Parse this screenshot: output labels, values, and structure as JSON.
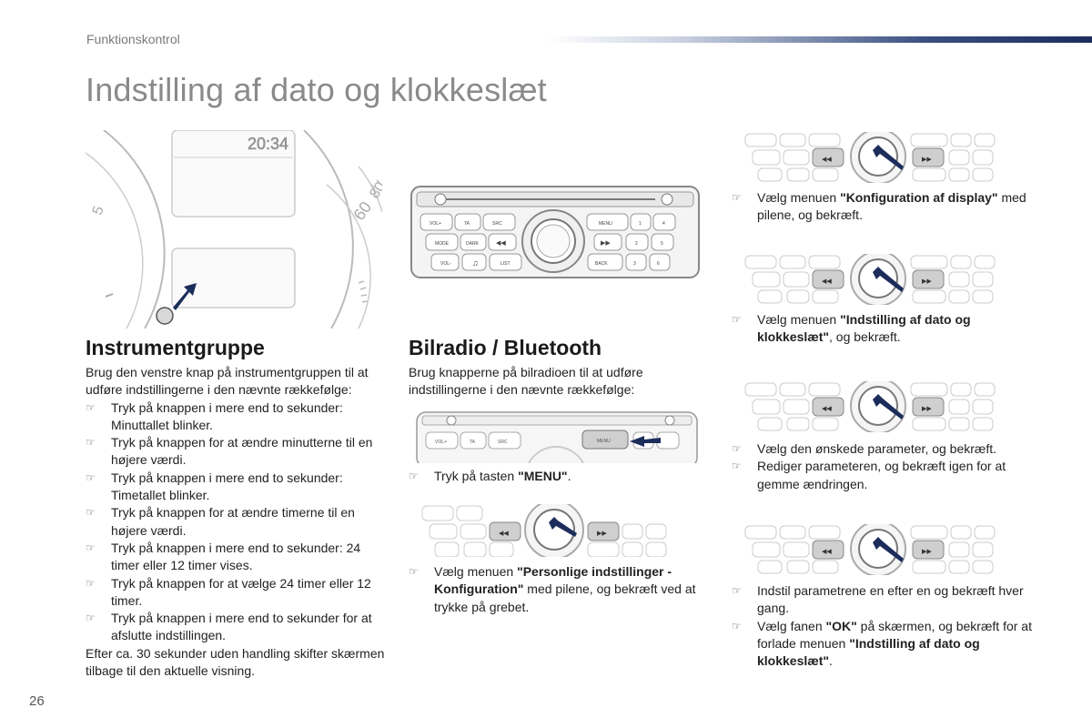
{
  "header": {
    "section": "Funktionskontrol",
    "title": "Indstilling af dato og klokkeslæt"
  },
  "instrument": {
    "clock": "20:34",
    "dial_numbers": [
      "5",
      "60",
      "80"
    ],
    "heading": "Instrumentgruppe",
    "intro": "Brug den venstre knap på instrumentgruppen til at udføre indstillingerne i den nævnte rækkefølge:",
    "steps": [
      "Tryk på knappen i mere end to sekunder: Minuttallet blinker.",
      "Tryk på knappen for at ændre minutterne til en højere værdi.",
      "Tryk på knappen i mere end to sekunder: Timetallet blinker.",
      "Tryk på knappen for at ændre timerne til en højere værdi.",
      "Tryk på knappen i mere end to sekunder: 24 timer eller 12 timer vises.",
      "Tryk på knappen for at vælge 24 timer eller 12 timer.",
      "Tryk på knappen i mere end to sekunder for at afslutte indstillingen."
    ],
    "outro": "Efter ca. 30 sekunder uden handling skifter skærmen tilbage til den aktuelle visning."
  },
  "radio": {
    "heading": "Bilradio / Bluetooth",
    "intro": "Brug knapperne på bilradioen til at udføre indstillingerne i den nævnte rækkefølge:",
    "buttons": {
      "vol_plus": "VOL+",
      "ta": "TA",
      "src": "SRC",
      "menu": "MENU",
      "mode": "MODE",
      "dark": "DARK",
      "vol_minus": "VOL-",
      "list": "LIST",
      "back": "BACK",
      "n1": "1",
      "n2": "2",
      "n3": "3",
      "n4": "4",
      "n5": "5",
      "n6": "6"
    },
    "step_menu": {
      "bullet": "☞",
      "prefix": "Tryk på tasten ",
      "bold": "\"MENU\"",
      "suffix": "."
    },
    "step_personal": {
      "bullet": "☞",
      "prefix": "Vælg menuen ",
      "bold": "\"Personlige indstillinger - Konfiguration\"",
      "suffix": " med pilene, og bekræft ved at trykke på grebet."
    }
  },
  "right": {
    "step_display": {
      "bullet": "☞",
      "prefix": "Vælg menuen ",
      "bold": "\"Konfiguration af display\"",
      "suffix": " med pilene, og bekræft."
    },
    "step_datetime": {
      "bullet": "☞",
      "prefix": "Vælg menuen ",
      "bold": "\"Indstilling af dato og klokkeslæt\"",
      "suffix": ", og bekræft."
    },
    "steps_param": [
      "Vælg den ønskede parameter, og bekræft.",
      "Rediger parameteren, og bekræft igen for at gemme ændringen."
    ],
    "step_each": {
      "bullet": "☞",
      "text": "Indstil parametrene en efter en og bekræft hver gang."
    },
    "step_ok": {
      "bullet": "☞",
      "prefix": "Vælg fanen ",
      "bold": "\"OK\"",
      "mid": " på skærmen, og bekræft for at forlade menuen ",
      "bold2": "\"Indstilling af dato og klokkeslæt\"",
      "suffix": "."
    }
  },
  "bullet": "☞",
  "page_number": "26"
}
